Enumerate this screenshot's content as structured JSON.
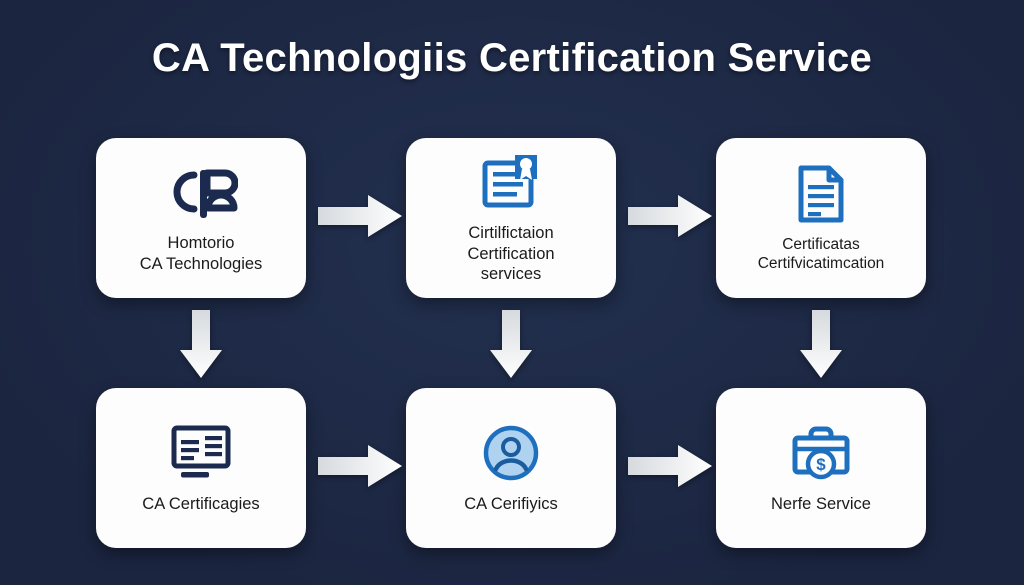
{
  "page": {
    "title": "CA Technologiis Certification Service",
    "background_color": "#1e2a47",
    "title_color": "#ffffff"
  },
  "theme": {
    "card_background": "#fdfdfd",
    "accent_blue": "#1f6fbf",
    "dark_navy": "#1b2a4e",
    "arrow_fill": "#e9ecef",
    "label_color": "#1b1b1b"
  },
  "cards": [
    {
      "id": "homtorio-ca-technologies",
      "label": "Homtorio\nCA Technologies",
      "icon": "ca-logo-icon",
      "icon_color": "#1b2a4e"
    },
    {
      "id": "certification-services",
      "label": "Cirtilfictaion\nCertification\nservices",
      "icon": "certificate-seal-icon",
      "icon_color": "#1f6fbf"
    },
    {
      "id": "certificates",
      "label": "Certificatas\nCertifvicatimcation",
      "icon": "document-icon",
      "icon_color": "#1f6fbf"
    },
    {
      "id": "ca-certificates",
      "label": "CA Certificagies",
      "icon": "monitor-icon",
      "icon_color": "#1b2a4e"
    },
    {
      "id": "ca-certifics",
      "label": "CA Cerifiyics",
      "icon": "user-avatar-icon",
      "icon_color": "#1f6fbf"
    },
    {
      "id": "nerfe-service",
      "label": "Nerfe Service",
      "icon": "briefcase-dollar-icon",
      "icon_color": "#1f6fbf"
    }
  ],
  "arrows": {
    "horizontal": [
      {
        "id": "arrow-row1-col1-col2",
        "direction": "right"
      },
      {
        "id": "arrow-row1-col2-col3",
        "direction": "right"
      },
      {
        "id": "arrow-row2-col1-col2",
        "direction": "right"
      },
      {
        "id": "arrow-row2-col2-col3",
        "direction": "right"
      }
    ],
    "vertical": [
      {
        "id": "arrow-col1-row1-row2",
        "direction": "down"
      },
      {
        "id": "arrow-col2-row1-row2",
        "direction": "down"
      },
      {
        "id": "arrow-col3-row1-row2",
        "direction": "down"
      }
    ]
  }
}
